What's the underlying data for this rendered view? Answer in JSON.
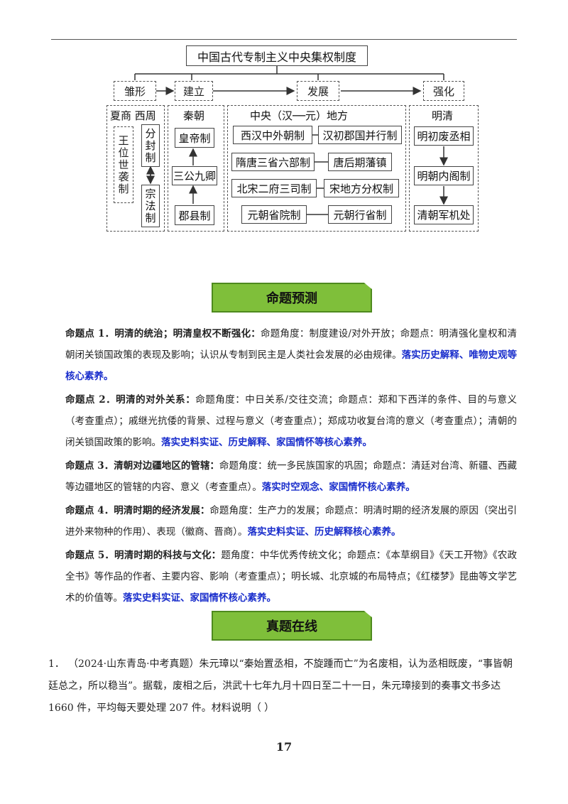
{
  "diagram": {
    "title": "中国古代专制主义中央集权制度",
    "stages": [
      "雏形",
      "建立",
      "发展",
      "强化"
    ],
    "col1": {
      "header": "夏商 西周",
      "left": "王位世袭制",
      "right_top": "分封制",
      "right_bottom": "宗法制"
    },
    "col2": {
      "header": "秦朝",
      "items": [
        "皇帝制",
        "三公九卿",
        "郡县制"
      ]
    },
    "col3": {
      "header": "中央（汉──元）地方",
      "rows": [
        {
          "left": "西汉中外朝制",
          "right": "汉初郡国并行制"
        },
        {
          "left": "隋唐三省六部制",
          "right": "唐后期藩镇"
        },
        {
          "left": "北宋二府三司制",
          "right": "宋地方分权制"
        },
        {
          "left": "元朝省院制",
          "right": "元朝行省制"
        }
      ]
    },
    "col4": {
      "header": "明清",
      "items": [
        "明初废丞相",
        "明朝内阁制",
        "清朝军机处"
      ]
    }
  },
  "banner1": "命题预测",
  "banner2": "真题在线",
  "points": [
    {
      "head": "命题点 1．明清的统治；明清皇权不断强化：",
      "body": "命题角度：制度建设/对外开放；命题点：明清强化皇权和清朝闭关锁国政策的表现及影响；认识从专制到民主是人类社会发展的必由规律。",
      "blue": "落实历史解释、唯物史观等核心素养。"
    },
    {
      "head": "命题点 2．明清的对外关系：",
      "body": "命题角度：中日关系/交往交流；命题点：郑和下西洋的条件、目的与意义（考查重点）；戚继光抗倭的背景、过程与意义（考查重点）；郑成功收复台湾的意义（考查重点）；清朝的闭关锁国政策的影响。",
      "blue": "落实史料实证、历史解释、家国情怀等核心素养。"
    },
    {
      "head": "命题点 3．清朝对边疆地区的管辖：",
      "body": "命题角度：统一多民族国家的巩固；命题点：清廷对台湾、新疆、西藏等边疆地区的管辖的内容、意义（考查重点）。",
      "blue": "落实时空观念、家国情怀核心素养。"
    },
    {
      "head": "命题点 4．明清时期的经济发展：",
      "body": "命题角度：生产力的发展；命题点：明清时期的经济发展的原因（突出引进外来物种的作用）、表现（徽商、晋商）。",
      "blue": "落实史料实证、历史解释核心素养。"
    },
    {
      "head": "命题点 5．明清时期的科技与文化：",
      "body": "题角度：中华优秀传统文化；命题点：《本草纲目》《天工开物》《农政全书》等作品的作者、主要内容、影响（考查重点）；明长城、北京城的布局特点；《红楼梦》昆曲等文学艺术的价值等。",
      "blue": "落实史料实证、家国情怀核心素养。"
    }
  ],
  "question": {
    "number": "1．",
    "text": "（2024·山东青岛·中考真题）朱元璋以“秦始置丞相，不旋踵而亡”为名废相，认为丞相既废，“事皆朝廷总之，所以稳当”。据载，废相之后，洪武十七年九月十四日至二十一日，朱元璋接到的奏事文书多达 1660 件，平均每天要处理 207 件。材料说明（    ）"
  },
  "page_number": "17"
}
